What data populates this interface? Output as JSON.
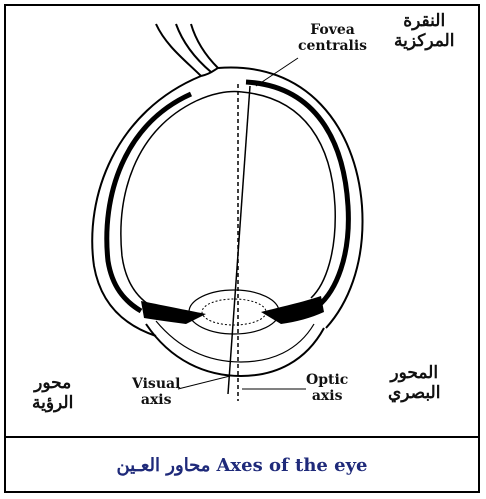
{
  "labels": {
    "fovea_en_line1": "Fovea",
    "fovea_en_line2": "centralis",
    "fovea_ar_line1": "النقرة",
    "fovea_ar_line2": "المركزية",
    "visual_en_line1": "Visual",
    "visual_en_line2": "axis",
    "visual_ar_line1": "محور",
    "visual_ar_line2": "الرؤية",
    "optic_en_line1": "Optic",
    "optic_en_line2": "axis",
    "optic_ar_line1": "المحور",
    "optic_ar_line2": "البصري"
  },
  "caption": {
    "arabic": "محاور العـين",
    "english": "Axes of the eye"
  },
  "colors": {
    "caption": "#1f2a7a",
    "ink": "#111111"
  }
}
